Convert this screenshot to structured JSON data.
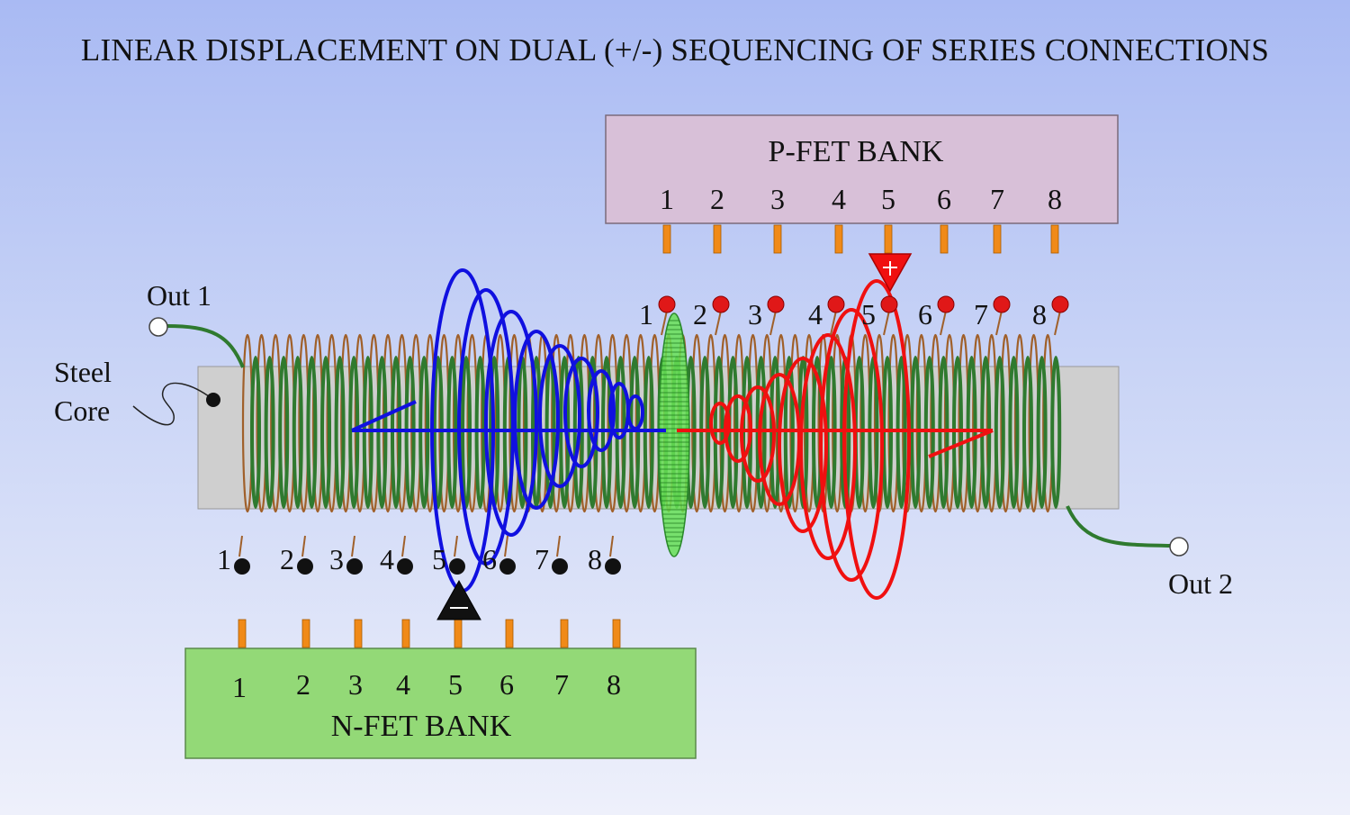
{
  "title": "LINEAR DISPLACEMENT ON DUAL (+/-) SEQUENCING OF SERIES CONNECTIONS",
  "p_bank": {
    "label": "P-FET BANK",
    "pins": [
      "1",
      "2",
      "3",
      "4",
      "5",
      "6",
      "7",
      "8"
    ]
  },
  "n_bank": {
    "label": "N-FET BANK",
    "pins": [
      "1",
      "2",
      "3",
      "4",
      "5",
      "6",
      "7",
      "8"
    ]
  },
  "top_taps": [
    "1",
    "2",
    "3",
    "4",
    "5",
    "6",
    "7",
    "8"
  ],
  "bottom_taps": [
    "1",
    "2",
    "3",
    "4",
    "5",
    "6",
    "7",
    "8"
  ],
  "labels": {
    "out1": "Out 1",
    "out2": "Out 2",
    "core_line1": "Steel",
    "core_line2": "Core"
  },
  "active_p_pin": "5",
  "active_n_pin": "5",
  "colors": {
    "p_bank": "#d8c0d8",
    "n_bank": "#93d977",
    "core": "#cfcfcf",
    "copper_coil": "#a0602a",
    "green_coil": "#2f7a2f",
    "field_negative": "#1010e0",
    "field_positive": "#f01010",
    "boundary": "#55dd44",
    "pin": "#f08a18",
    "tap_top": "#e01818",
    "tap_bottom": "#111111"
  },
  "icons": {
    "p_marker": "triangle-down-plus-icon",
    "n_marker": "triangle-up-minus-icon"
  }
}
